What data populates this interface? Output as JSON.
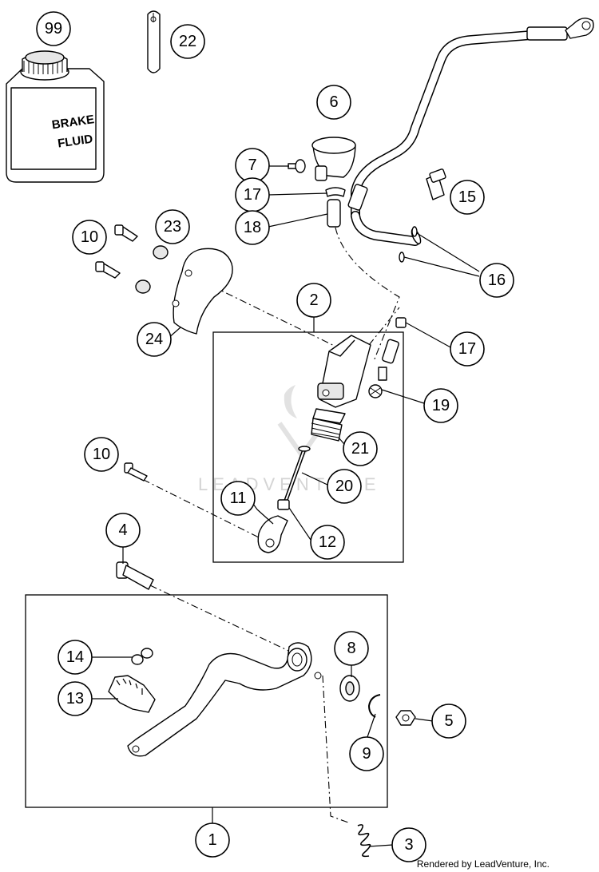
{
  "bottle": {
    "line1": "BRAKE",
    "line2": "FLUID"
  },
  "watermark": "LEADVENTURE",
  "footer": "Rendered by LeadVenture, Inc.",
  "callouts": {
    "c99": "99",
    "c22": "22",
    "c6": "6",
    "c7": "7",
    "c17a": "17",
    "c18": "18",
    "c15": "15",
    "c16": "16",
    "c10a": "10",
    "c23": "23",
    "c24": "24",
    "c2": "2",
    "c17b": "17",
    "c19": "19",
    "c21": "21",
    "c10b": "10",
    "c20": "20",
    "c11": "11",
    "c12": "12",
    "c4": "4",
    "c8": "8",
    "c14": "14",
    "c13": "13",
    "c5": "5",
    "c9": "9",
    "c1": "1",
    "c3": "3"
  }
}
